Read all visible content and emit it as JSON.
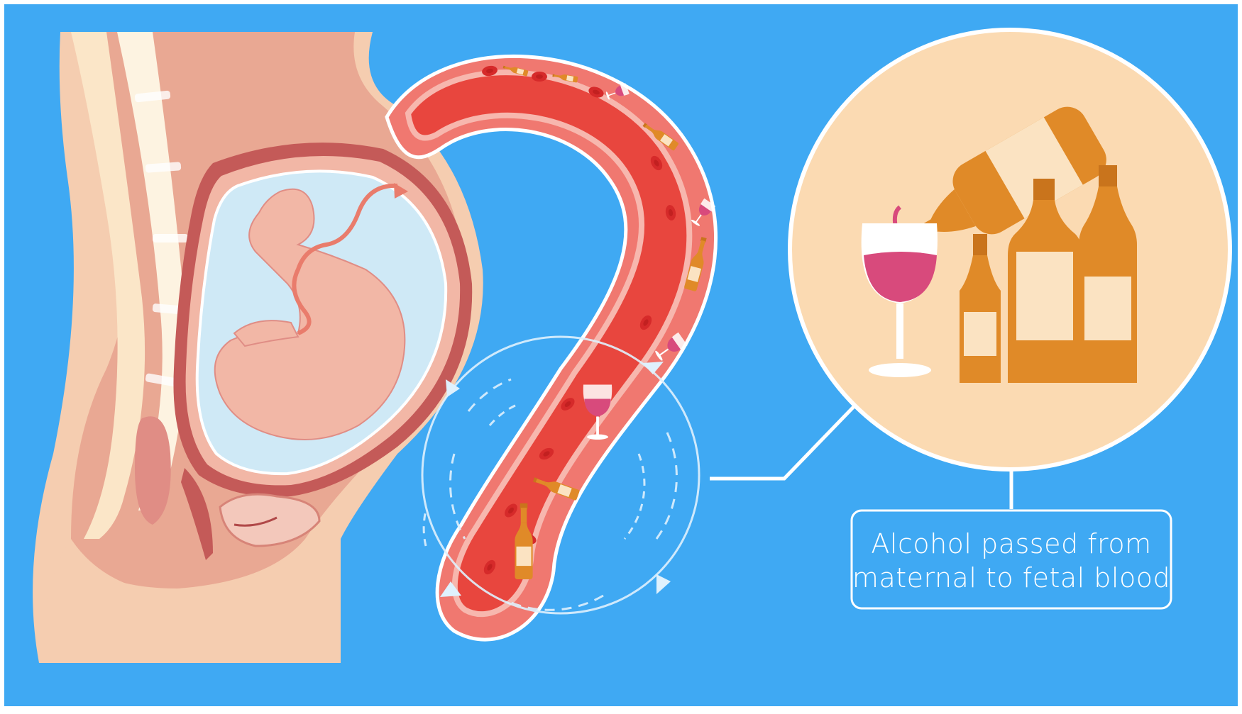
{
  "caption": {
    "line1": "Alcohol passed from",
    "line2": "maternal to fetal blood"
  },
  "colors": {
    "background": "#3fa9f3",
    "vessel_wall": "#f07870",
    "blood": "#e8463e",
    "skin": "#f2c4a4",
    "bottle": "#e08a28",
    "wine": "#d84a7c",
    "inset_circle": "#fbdab2"
  },
  "icons": [
    "pregnant-body-cross-section",
    "fetus",
    "blood-vessel",
    "wine-bottle",
    "wine-glass",
    "circulation-arrows"
  ]
}
